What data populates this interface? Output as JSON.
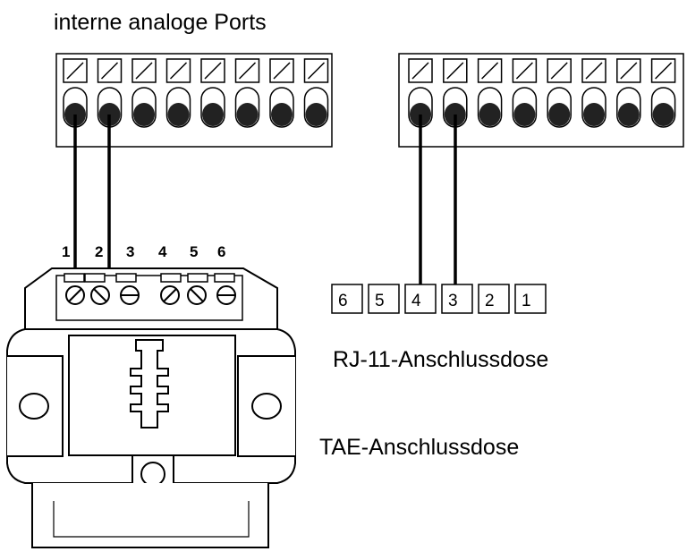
{
  "title": "interne analoge Ports",
  "tae": {
    "pin_labels": [
      "1",
      "2",
      "3",
      "4",
      "5",
      "6"
    ],
    "caption": "TAE-Anschlussdose"
  },
  "rj11": {
    "pin_labels": [
      "6",
      "5",
      "4",
      "3",
      "2",
      "1"
    ],
    "caption": "RJ-11-Anschlussdose"
  },
  "colors": {
    "line": "#000000",
    "fill": "#ffffff",
    "contact": "#222222"
  }
}
